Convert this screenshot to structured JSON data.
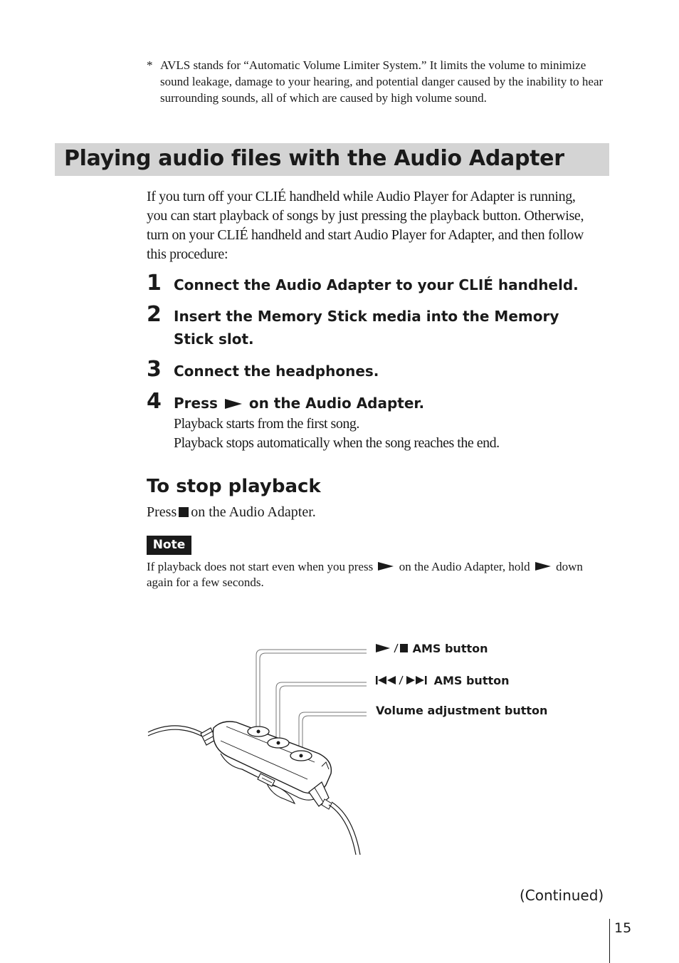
{
  "footnote": {
    "marker": "*",
    "text": "AVLS stands for “Automatic Volume Limiter System.” It limits the volume to minimize sound leakage, damage to your hearing, and potential danger caused by the inability to hear surrounding sounds, all of which are caused by high volume sound."
  },
  "section": {
    "title": "Playing audio files with the Audio Adapter",
    "intro": "If you turn off your CLIÉ handheld while Audio Player for Adapter is running, you can start playback of songs by just pressing the playback button. Otherwise, turn on your CLIÉ handheld and start Audio Player for Adapter, and then follow this procedure:"
  },
  "steps": [
    {
      "number": "1",
      "text": "Connect the Audio Adapter to your CLIÉ handheld."
    },
    {
      "number": "2",
      "text": "Insert the Memory Stick media into the Memory Stick slot."
    },
    {
      "number": "3",
      "text": "Connect the headphones."
    },
    {
      "number": "4",
      "text_before": "Press",
      "text_after": "on the Audio Adapter.",
      "body": [
        "Playback starts from the first song.",
        "Playback stops automatically when the song reaches the end."
      ]
    }
  ],
  "stop_playback": {
    "heading": "To stop playback",
    "text_before": "Press",
    "text_after": "on the Audio Adapter."
  },
  "note": {
    "label": "Note",
    "text_1": "If playback does not start even when you press",
    "text_2": "on the Audio Adapter, hold",
    "text_3": "down again for a few seconds."
  },
  "diagram": {
    "callouts": {
      "play_stop": "AMS button",
      "skip": "AMS button",
      "volume": "Volume adjustment button"
    }
  },
  "footer": {
    "continued": "(Continued)",
    "page_number": "15"
  }
}
